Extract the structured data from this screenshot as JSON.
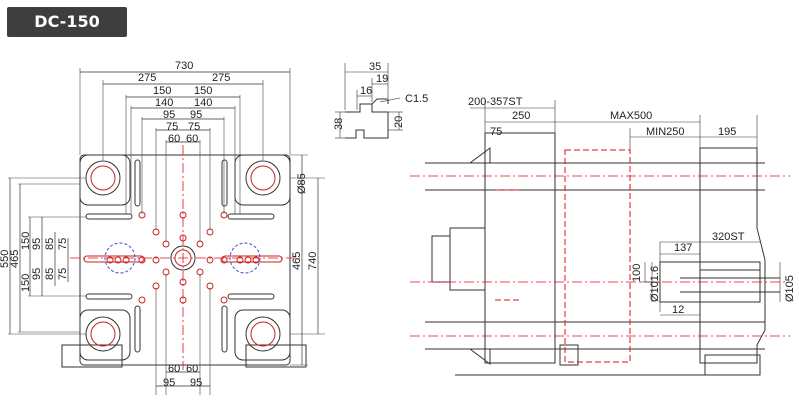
{
  "title": "DC-150",
  "colors": {
    "line": "#333333",
    "dim": "#333333",
    "center": "#e0101a",
    "hole": "#cc1a1a",
    "guide": "#3355cc",
    "badge": "#3e3e3e"
  },
  "platen": {
    "dims_top": [
      "730",
      "275",
      "275",
      "150",
      "150",
      "140",
      "140",
      "95",
      "95",
      "75",
      "75",
      "60",
      "60"
    ],
    "dims_bottom": [
      "60",
      "60",
      "95",
      "95"
    ],
    "dims_left": [
      "550",
      "465",
      "150",
      "150",
      "95",
      "85",
      "75",
      "95",
      "85",
      "75"
    ],
    "dims_right": [
      "Ø85",
      "465",
      "740"
    ]
  },
  "detail": {
    "dims": [
      "35",
      "19",
      "16",
      "C1.5",
      "38",
      "20"
    ]
  },
  "side": {
    "dims": [
      "200-357ST",
      "250",
      "MAX500",
      "75",
      "MIN250",
      "195",
      "320ST",
      "137",
      "100",
      "Ø101.6",
      "Ø105",
      "12"
    ]
  }
}
